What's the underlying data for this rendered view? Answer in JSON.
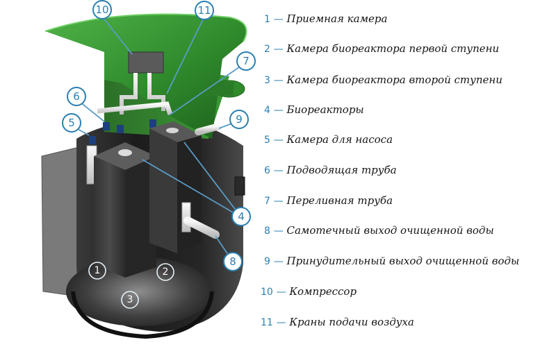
{
  "legend": [
    {
      "num": "1",
      "text": "Приемная камера"
    },
    {
      "num": "2",
      "text": "Камера биореактора первой ступени"
    },
    {
      "num": "3",
      "text": "Камера биореактора второй ступени"
    },
    {
      "num": "4",
      "text": "Биореакторы"
    },
    {
      "num": "5",
      "text": "Камера для насоса"
    },
    {
      "num": "6",
      "text": "Подводящая труба"
    },
    {
      "num": "7",
      "text": "Переливная труба"
    },
    {
      "num": "8",
      "text": "Самотечный выход очищенной воды"
    },
    {
      "num": "9",
      "text": "Принудительный выход очищенной воды"
    },
    {
      "num": "10",
      "text": "Компрессор"
    },
    {
      "num": "11",
      "text": "Краны подачи воздуха"
    }
  ],
  "legend_separator": "—",
  "callouts": [
    "10",
    "11",
    "7",
    "6",
    "5",
    "9",
    "4",
    "8"
  ],
  "chamber_markers": [
    "1",
    "2",
    "3"
  ],
  "colors": {
    "accent": "#2a7fb0",
    "lid": "#2e8a2a",
    "tank": "#2b2b2b",
    "pipe": "#e6e6e6"
  }
}
